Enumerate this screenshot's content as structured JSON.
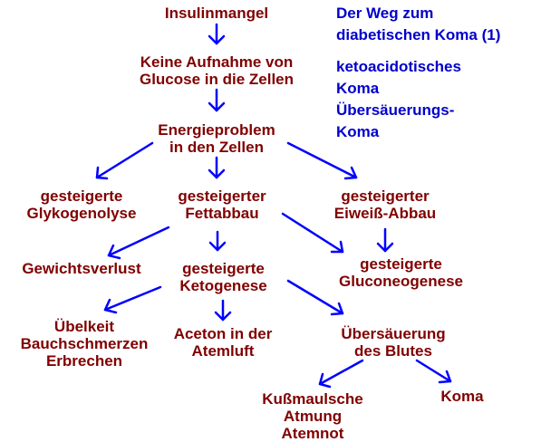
{
  "notes": {
    "title_line1": "Der Weg zum",
    "title_line2": "diabetischen Koma (1)",
    "line3": "ketoacidotisches",
    "line4": "Koma",
    "line5": "Übersäuerungs-",
    "line6": "Koma"
  },
  "nodes": {
    "insulinmangel": [
      "Insulinmangel"
    ],
    "keine_aufnahme": [
      "Keine Aufnahme von",
      "Glucose in die Zellen"
    ],
    "energieproblem": [
      "Energieproblem",
      "in den Zellen"
    ],
    "glykogenolyse": [
      "gesteigerte",
      "Glykogenolyse"
    ],
    "fettabbau": [
      "gesteigerter",
      "Fettabbau"
    ],
    "eiweiss_abbau": [
      "gesteigerter",
      "Eiweiß-Abbau"
    ],
    "gewichtsverlust": [
      "Gewichtsverlust"
    ],
    "ketogenese": [
      "gesteigerte",
      "Ketogenese"
    ],
    "gluconeogenese": [
      "gesteigerte",
      "Gluconeogenese"
    ],
    "uebelkeit": [
      "Übelkeit",
      "Bauchschmerzen",
      "Erbrechen"
    ],
    "aceton": [
      "Aceton in der",
      "Atemluft"
    ],
    "uebersaeuerung": [
      "Übersäuerung",
      "des Blutes"
    ],
    "kussmaul": [
      "Kußmaulsche",
      "Atmung",
      "Atemnot"
    ],
    "koma": [
      "Koma"
    ]
  },
  "colors": {
    "node_text": "#800000",
    "note_text": "#0000cc",
    "arrow": "#0000ff"
  }
}
